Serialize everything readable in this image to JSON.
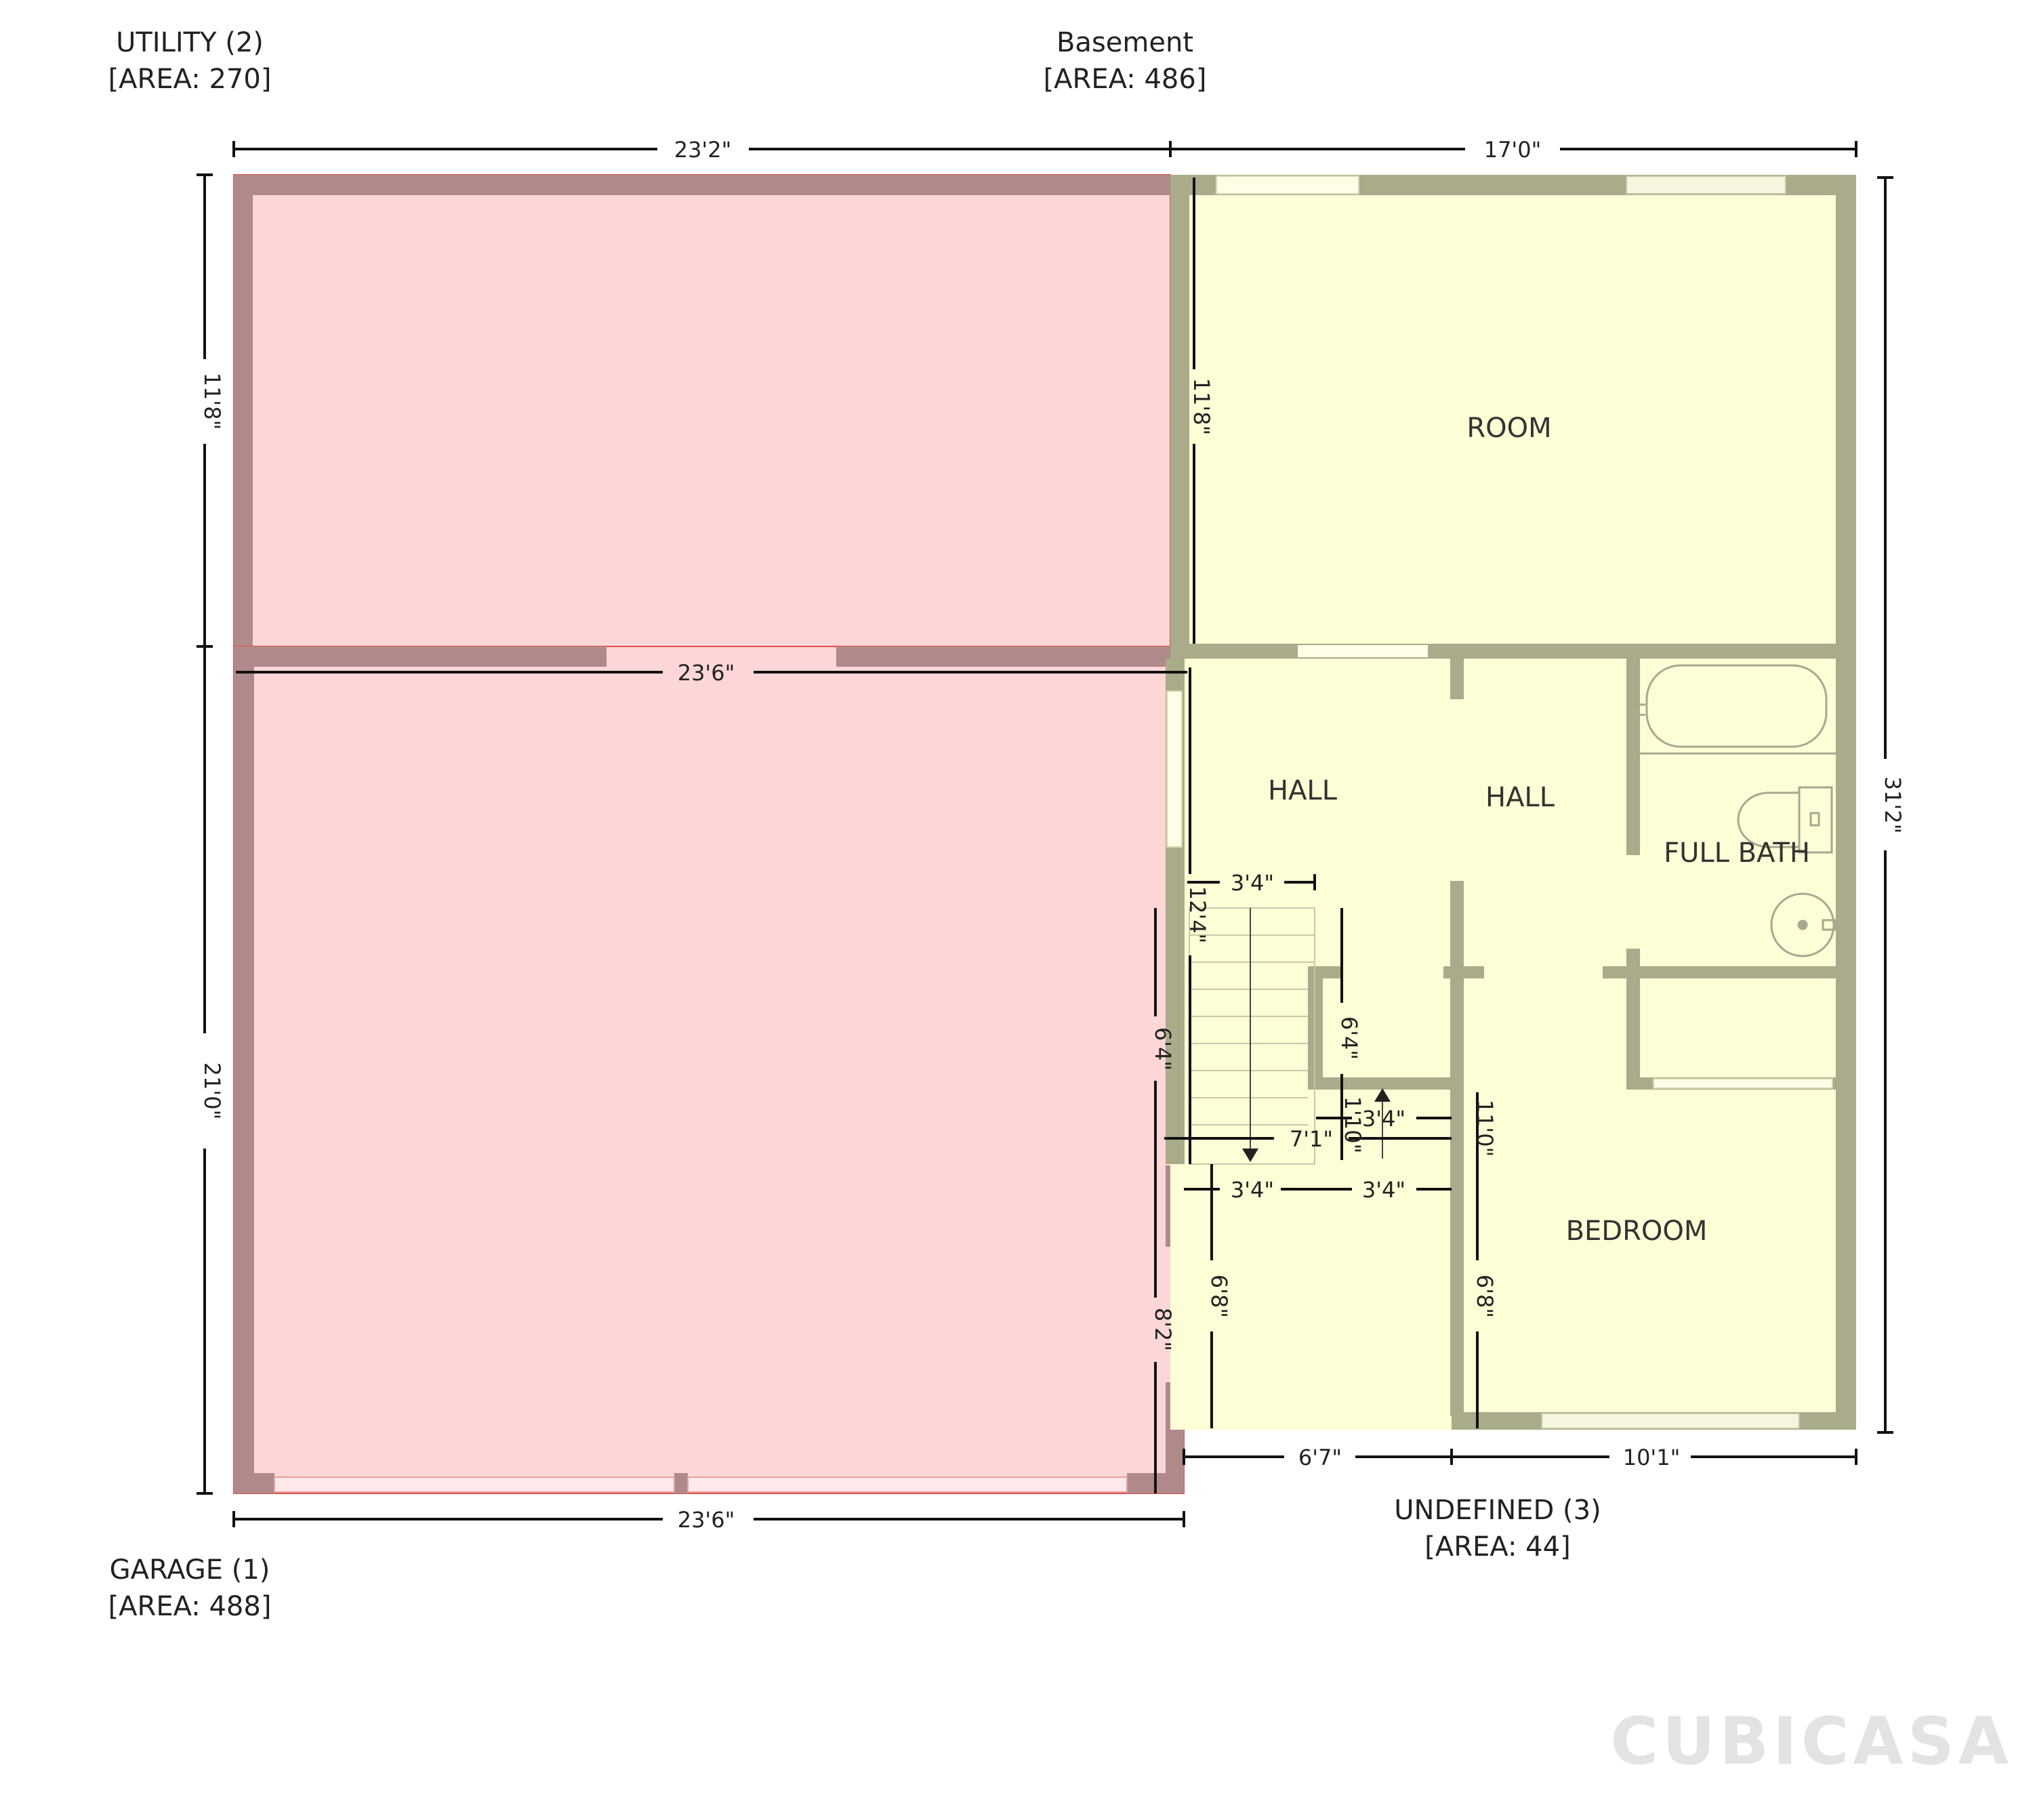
{
  "areas": {
    "utility": {
      "name": "UTILITY (2)",
      "area": "[AREA: 270]"
    },
    "basement": {
      "name": "Basement",
      "area": "[AREA: 486]"
    },
    "garage": {
      "name": "GARAGE (1)",
      "area": "[AREA: 488]"
    },
    "undefined": {
      "name": "UNDEFINED (3)",
      "area": "[AREA: 44]"
    }
  },
  "rooms": {
    "room": "ROOM",
    "hall_left": "HALL",
    "hall_right": "HALL",
    "full_bath": "FULL BATH",
    "bedroom": "BEDROOM"
  },
  "dimensions": {
    "top_left": "23'2\"",
    "top_right": "17'0\"",
    "left_upper": "11'8\"",
    "left_lower": "21'0\"",
    "right_total": "31'2\"",
    "utility_bottom": "23'6\"",
    "garage_bottom": "23'6\"",
    "room_height": "11'8\"",
    "hall_height": "12'4\"",
    "stair_top": "3'4\"",
    "stair_side": "6'4\"",
    "closet_side": "6'4\"",
    "landing_width": "3'4\"",
    "landing_height": "1'10\"",
    "hall_width": "7'1\"",
    "bedroom_side": "11'0\"",
    "undef_left": "3'4\"",
    "undef_right": "3'4\"",
    "undef_height": "6'8\"",
    "garage_right": "8'2\"",
    "bedroom_lower": "6'8\"",
    "bottom_left": "6'7\"",
    "bottom_right": "10'1\""
  },
  "colors": {
    "garage_fill": "#fdd6d8",
    "garage_wall": "#b08a8a",
    "living_fill": "#fdfdd6",
    "living_wall": "#aaab8a"
  },
  "brand": {
    "logo": "CUBICASA"
  }
}
